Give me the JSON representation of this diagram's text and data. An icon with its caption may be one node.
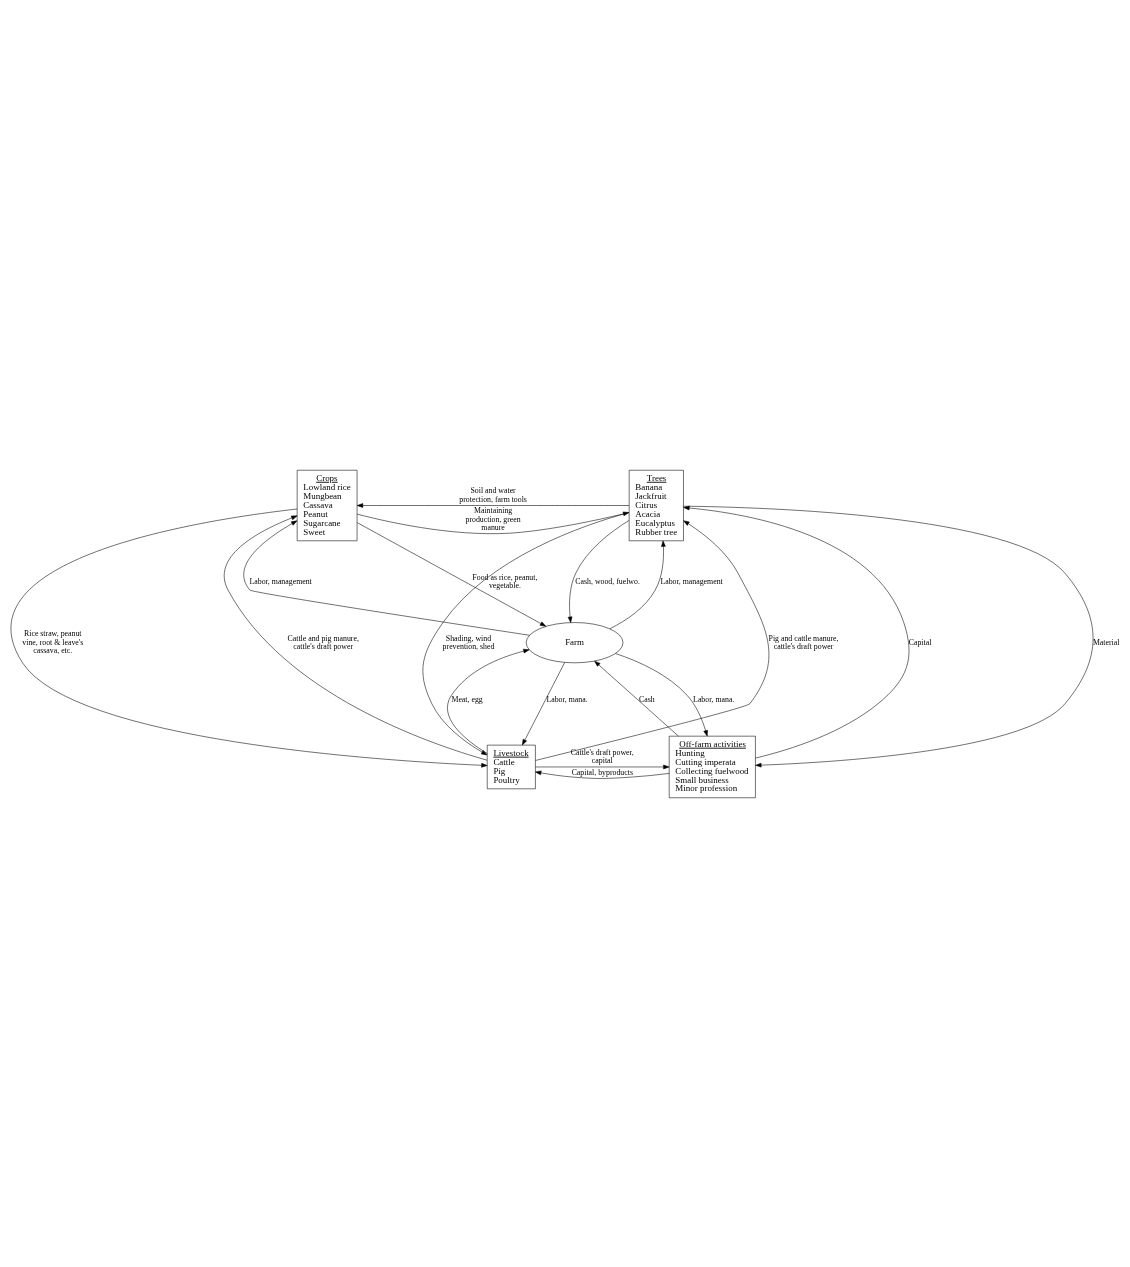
{
  "diagram": {
    "nodes": [
      {
        "text": [
          "Crops",
          "Lowland rice",
          "Mungbean",
          "Cassava",
          "Peanut",
          "Sugarcane",
          "Sweet"
        ]
      },
      {
        "text": [
          "Trees",
          "Banana",
          "Jackfruit",
          "Citrus",
          "Acacia",
          "Eucalyptus",
          "Rubber tree"
        ]
      },
      {
        "text": [
          "Farm"
        ]
      },
      {
        "text": [
          "Livestock",
          "Cattle",
          "Pig",
          "Poultry"
        ]
      },
      {
        "text": [
          "Off-farm activities",
          "Hunting",
          "Cutting imperata",
          "Collecting fuelwood",
          "Small business",
          "Minor profession"
        ]
      }
    ],
    "edges": [
      {
        "from": 1,
        "to": 0,
        "arrow": "to",
        "label": "Soil and water protection, farm tools"
      },
      {
        "from": 0,
        "to": 1,
        "arrow": "to",
        "label": "Maintaining production, green manure"
      },
      {
        "from": 2,
        "to": 0,
        "arrow": "to",
        "label": "Labor, management"
      },
      {
        "from": 2,
        "to": 1,
        "arrow": "to",
        "label": "Labor, management"
      },
      {
        "from": 0,
        "to": 2,
        "arrow": "to",
        "label": "Food as rice, peanut, vegetable."
      },
      {
        "from": 1,
        "to": 2,
        "arrow": "to",
        "label": "Cash, wood, fuelwo."
      },
      {
        "from": 1,
        "to": 4,
        "arrow": "to",
        "label": "Material"
      },
      {
        "from": 4,
        "to": 1,
        "arrow": "to",
        "label": "Capital"
      },
      {
        "from": 0,
        "to": 3,
        "arrow": "to",
        "label": "Rice straw, peanut vine, root & leave's cassava, etc."
      },
      {
        "from": 3,
        "to": 0,
        "arrow": "to",
        "label": "Cattle and pig manure, cattle's draft power"
      },
      {
        "from": 3,
        "to": 2,
        "arrow": "to",
        "label": "Meat, egg"
      },
      {
        "from": 2,
        "to": 3,
        "arrow": "to",
        "label": "Labor, mana."
      },
      {
        "from": 2,
        "to": 4,
        "arrow": "to",
        "label": "Labor, mana."
      },
      {
        "from": 4,
        "to": 2,
        "arrow": "to",
        "label": "Cash"
      },
      {
        "from": 3,
        "to": 4,
        "arrow": "to",
        "label": "Cattle's draft power, capital"
      },
      {
        "from": 4,
        "to": 3,
        "arrow": "to",
        "label": "Capital, byproducts"
      },
      {
        "from": 1,
        "to": 3,
        "arrow": "to",
        "label": "Shading, wind prevention, shed"
      },
      {
        "from": 3,
        "to": 1,
        "arrow": "to",
        "label": "Pig and cattle manure, cattle's draft power"
      }
    ]
  }
}
